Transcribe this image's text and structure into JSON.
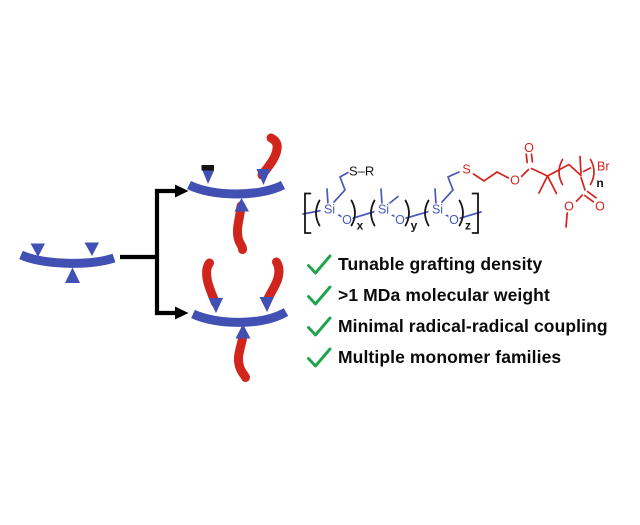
{
  "figure_colors": {
    "backbone_blue": "#4150b2",
    "graft_red": "#d0241c",
    "structure_blue": "#4a58b8",
    "structure_red": "#d5221d",
    "check_green": "#1fa34c",
    "ink_black": "#161616"
  },
  "scheme": {
    "siloxane_units": [
      {
        "atom_si": "Si",
        "atom_o": "O",
        "subscript": "x"
      },
      {
        "atom_si": "Si",
        "atom_o": "O",
        "subscript": "y"
      },
      {
        "atom_si": "Si",
        "atom_o": "O",
        "subscript": "z"
      }
    ],
    "protected_thiol_label": "S–R",
    "thioether_sulfur_label": "S",
    "ester_oxygen_label": "O",
    "carbonyl_oxygen_label": "O",
    "side_ester_oxygen_label": "O",
    "side_carbonyl_oxygen_label": "O",
    "end_group_label": "Br",
    "repeat_subscript": "n"
  },
  "checklist": {
    "icon": "checkmark",
    "items": [
      {
        "label": "Tunable grafting density"
      },
      {
        "label": ">1 MDa molecular weight"
      },
      {
        "label": "Minimal radical-radical coupling"
      },
      {
        "label": "Multiple monomer families"
      }
    ]
  }
}
